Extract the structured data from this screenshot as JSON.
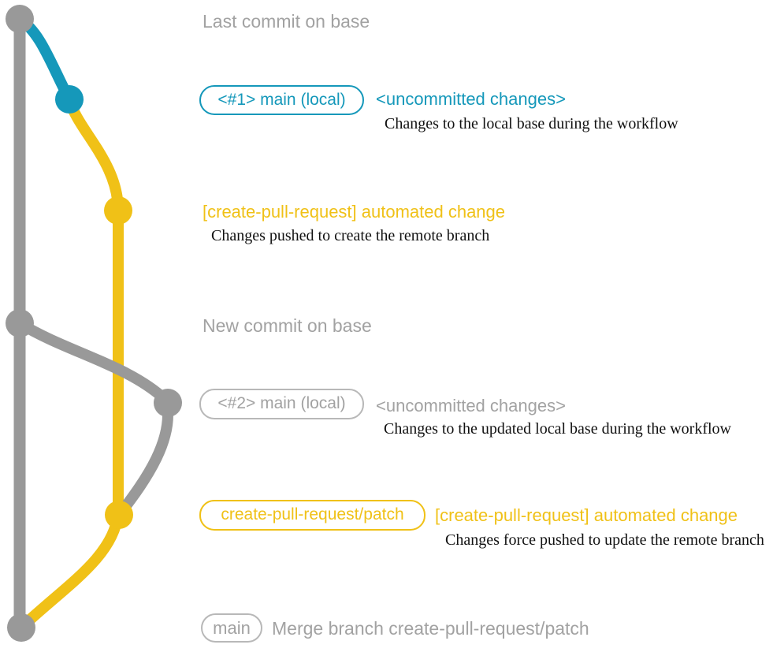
{
  "colors": {
    "teal": "#1598ba",
    "yellow": "#f0c117",
    "gray_line": "#999999",
    "gray_text": "#a2a2a2",
    "gray_border": "#b8b8b8",
    "description_text": "#111111",
    "background": "#ffffff"
  },
  "diagram": {
    "last_commit_label": "Last commit on base",
    "new_commit_label": "New commit on base",
    "row1": {
      "badge": "<#1> main (local)",
      "status": "<uncommitted changes>",
      "desc": "Changes to the local base during the workflow"
    },
    "row2": {
      "heading": "[create-pull-request] automated change",
      "desc": "Changes pushed to create the remote branch"
    },
    "row3": {
      "badge": "<#2> main (local)",
      "status": "<uncommitted changes>",
      "desc": "Changes to the updated local base during the workflow"
    },
    "row4": {
      "badge": "create-pull-request/patch",
      "heading": "[create-pull-request] automated change",
      "desc": "Changes force pushed to update the remote branch"
    },
    "row5": {
      "badge": "main",
      "heading": "Merge branch create-pull-request/patch"
    },
    "branches": [
      {
        "name": "base",
        "color": "#999999"
      },
      {
        "name": "main (local)",
        "color": "#1598ba"
      },
      {
        "name": "create-pull-request/patch",
        "color": "#f0c117"
      }
    ]
  }
}
